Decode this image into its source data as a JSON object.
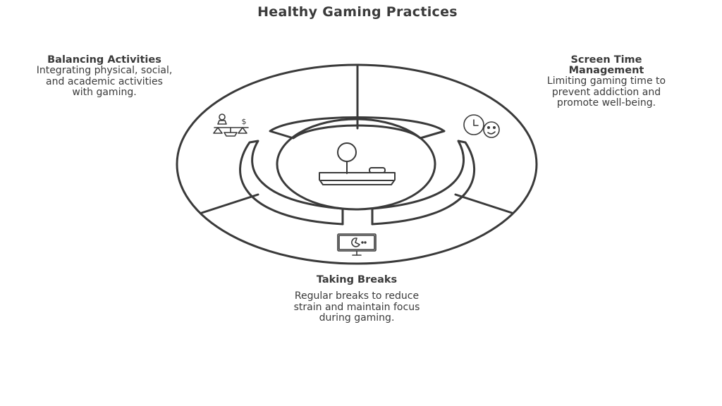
{
  "title": "Healthy Gaming Practices",
  "sections": {
    "balancing": {
      "heading": "Balancing Activities",
      "description": "Integrating physical, social, and academic activities with gaming.",
      "icon": "balance-scale-icon"
    },
    "screen_time": {
      "heading": "Screen Time Management",
      "description": "Limiting gaming time to prevent addiction and promote well-being.",
      "icon": "clock-face-icon"
    },
    "breaks": {
      "heading": "Taking Breaks",
      "description": "Regular breaks to reduce strain and maintain focus during gaming.",
      "icon": "monitor-pause-icon"
    }
  },
  "center_icon": "joystick-icon",
  "colors": {
    "stroke": "#3a3a3a",
    "background": "#ffffff"
  }
}
